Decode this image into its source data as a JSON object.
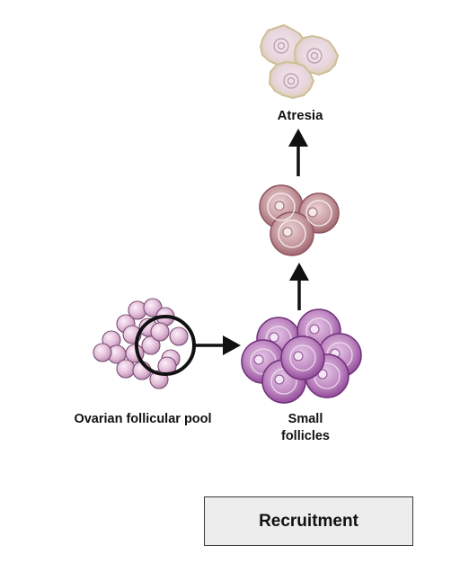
{
  "labels": {
    "atresia": "Atresia",
    "pool": "Ovarian follicular pool",
    "small_line1": "Small",
    "small_line2": "follicles"
  },
  "box": {
    "label": "Recruitment"
  },
  "icons": {
    "arrow": "arrow-icon",
    "magnifier": "circle-highlight-icon"
  },
  "colors": {
    "pool_follicle": "#e4bfdb",
    "small_follicle": "#a35ba8",
    "growing_follicle": "#b57f86",
    "atretic_follicle": "#ebe3cf",
    "arrow": "#111111",
    "box_fill": "#ededed"
  }
}
